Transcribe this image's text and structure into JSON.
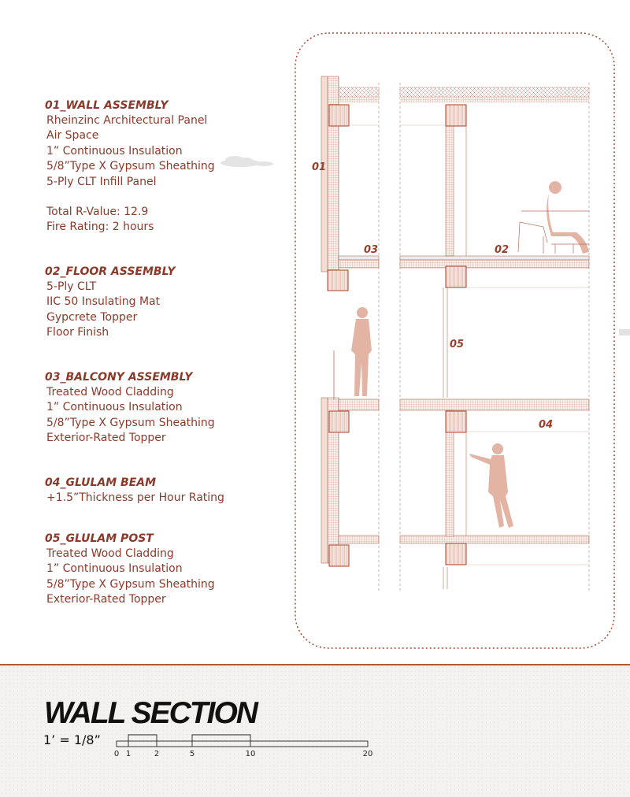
{
  "colors": {
    "accent": "#8b3a2a",
    "figure": "#e3b3a3",
    "line": "#b36a55"
  },
  "assemblies": [
    {
      "title": "01_WALL ASSEMBLY",
      "items": [
        "Rheinzinc Architectural Panel",
        "Air Space",
        "1” Continuous Insulation",
        "5/8”Type X Gypsum Sheathing",
        "5-Ply CLT Infill Panel"
      ],
      "notes": [
        "Total R-Value: 12.9",
        "Fire Rating: 2 hours"
      ]
    },
    {
      "title": "02_FLOOR ASSEMBLY",
      "items": [
        "5-Ply CLT",
        "IIC 50 Insulating Mat",
        "Gypcrete Topper",
        "Floor Finish"
      ]
    },
    {
      "title": "03_BALCONY ASSEMBLY",
      "items": [
        "Treated Wood Cladding",
        "1”  Continuous Insulation",
        "5/8”Type X Gypsum Sheathing",
        "Exterior-Rated Topper"
      ]
    },
    {
      "title": "04_GLULAM BEAM",
      "items": [
        "+1.5”Thickness per Hour Rating"
      ]
    },
    {
      "title": "05_GLULAM POST",
      "items": [
        "Treated Wood Cladding",
        "1”  Continuous Insulation",
        "5/8”Type X Gypsum Sheathing",
        "Exterior-Rated Topper"
      ]
    }
  ],
  "callouts": {
    "c01": "01",
    "c02": "02",
    "c03": "03",
    "c04": "04",
    "c05": "05"
  },
  "footer": {
    "title": "WALL SECTION",
    "scale": "1’ = 1/8”",
    "scale_ticks": [
      "0",
      "1",
      "2",
      "5",
      "10",
      "20"
    ]
  }
}
